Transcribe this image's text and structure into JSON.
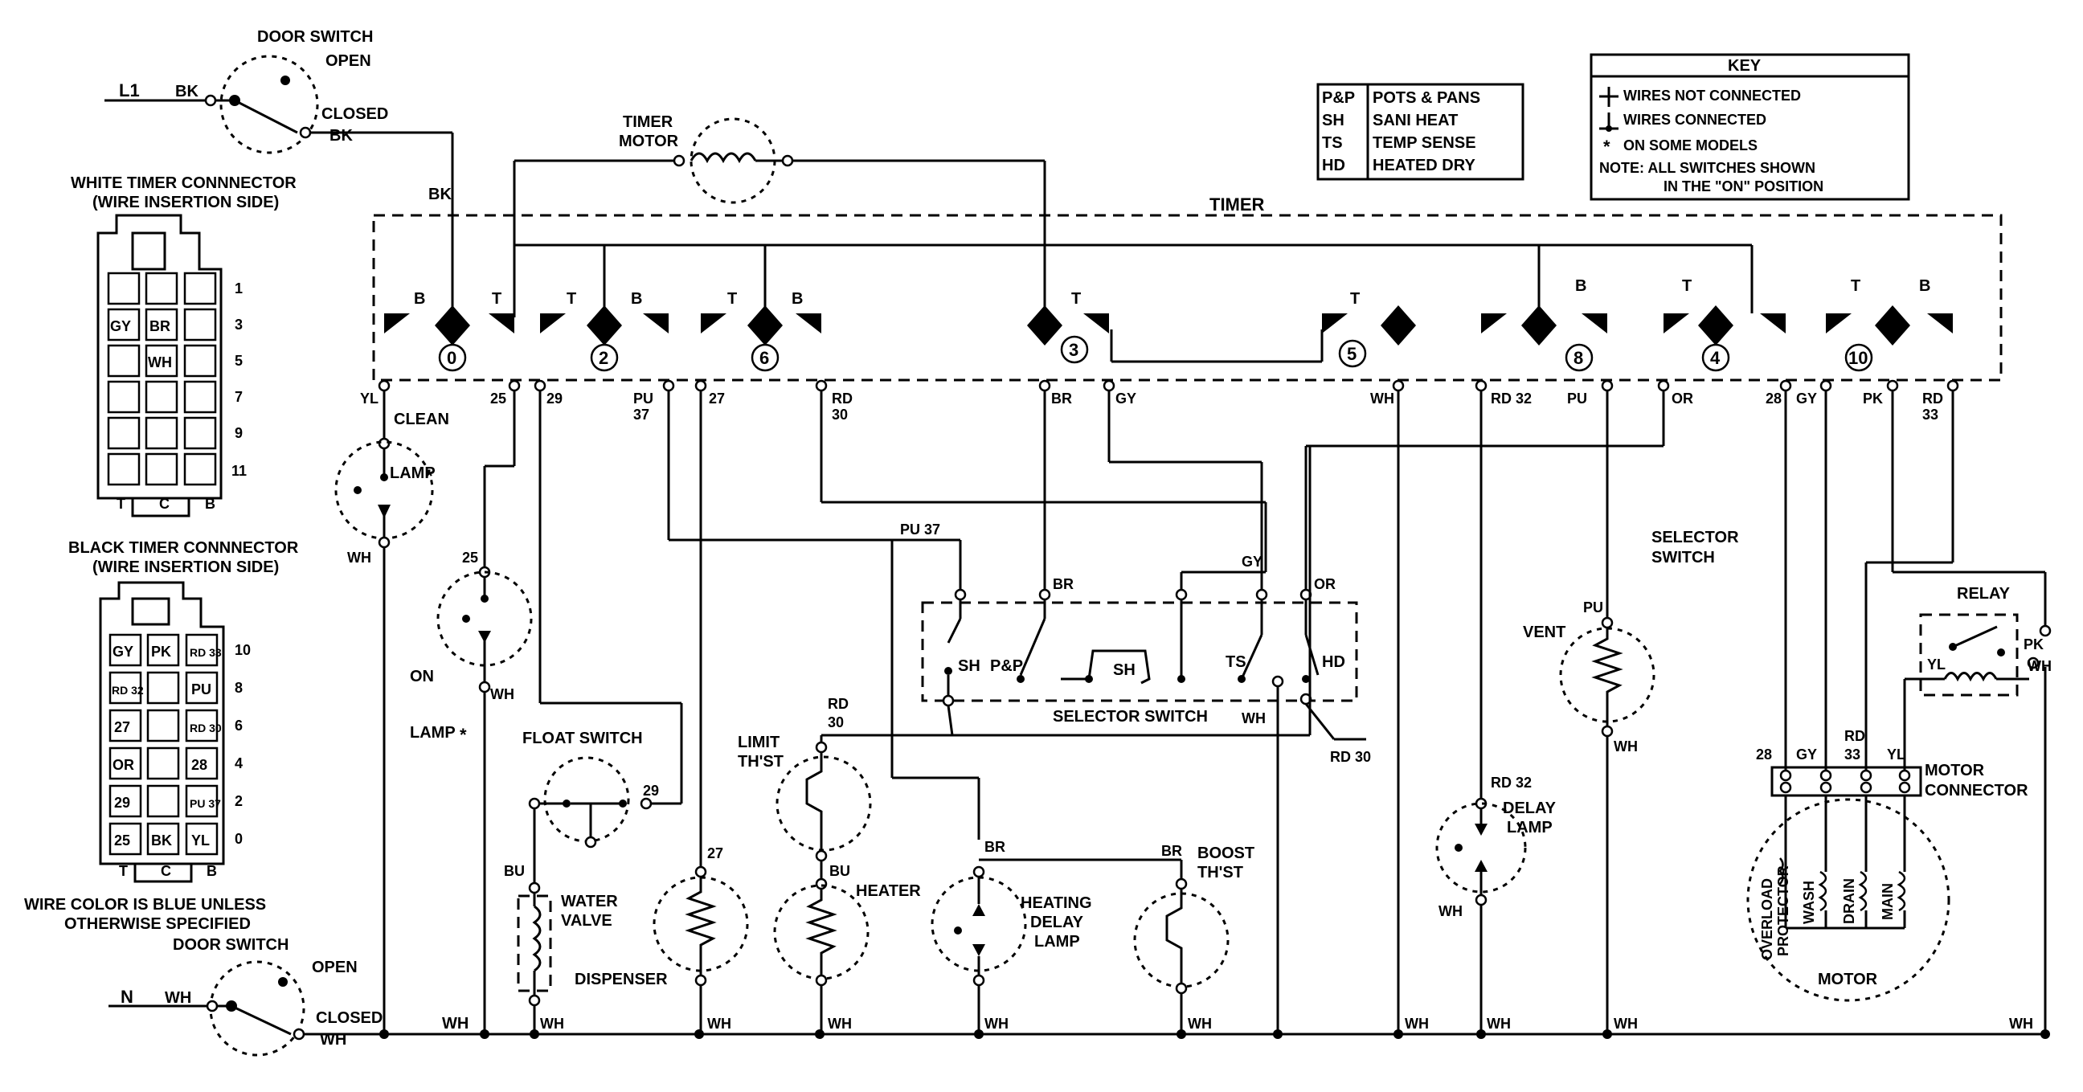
{
  "header": {
    "door_switch_top": "DOOR SWITCH",
    "open_top": "OPEN",
    "closed_top": "CLOSED",
    "l1": "L1",
    "bk": "BK",
    "bk2": "BK",
    "bk3": "BK",
    "timer_motor_1": "TIMER",
    "timer_motor_2": "MOTOR",
    "timer": "TIMER"
  },
  "abbrev_table": {
    "rows": [
      {
        "abbr": "P&P",
        "meaning": "POTS & PANS"
      },
      {
        "abbr": "SH",
        "meaning": "SANI HEAT"
      },
      {
        "abbr": "TS",
        "meaning": "TEMP SENSE"
      },
      {
        "abbr": "HD",
        "meaning": "HEATED DRY"
      }
    ]
  },
  "key": {
    "title": "KEY",
    "not_connected": "WIRES NOT CONNECTED",
    "connected": "WIRES CONNECTED",
    "some_models": "ON SOME MODELS",
    "note1": "NOTE: ALL SWITCHES SHOWN",
    "note2": "IN THE \"ON\" POSITION"
  },
  "white_connector": {
    "title1": "WHITE TIMER CONNNECTOR",
    "title2": "(WIRE INSERTION SIDE)",
    "cells": [
      "GY",
      "BR",
      "WH"
    ],
    "row_numbers": [
      "1",
      "3",
      "5",
      "7",
      "9",
      "11"
    ],
    "bottom": [
      "T",
      "C",
      "B"
    ]
  },
  "black_connector": {
    "title1": "BLACK TIMER CONNNECTOR",
    "title2": "(WIRE INSERTION SIDE)",
    "cells": [
      "GY",
      "PK",
      "RD 33",
      "RD 32",
      "PU",
      "27",
      "RD 30",
      "OR",
      "28",
      "29",
      "PU 37",
      "25",
      "BK",
      "YL"
    ],
    "row_numbers": [
      "10",
      "8",
      "6",
      "4",
      "2",
      "0"
    ],
    "bottom": [
      "T",
      "C",
      "B"
    ]
  },
  "notes": {
    "wire_color_1": "WIRE COLOR IS BLUE UNLESS",
    "wire_color_2": "OTHERWISE SPECIFIED"
  },
  "bottom_switch": {
    "door_switch": "DOOR SWITCH",
    "open": "OPEN",
    "closed": "CLOSED",
    "n": "N",
    "wh": "WH",
    "wh2": "WH"
  },
  "timer_contacts": {
    "numbers": [
      "0",
      "2",
      "6",
      "3",
      "5",
      "8",
      "4",
      "10"
    ],
    "letters": [
      "B",
      "T",
      "T",
      "B",
      "T",
      "B",
      "T",
      "T",
      "B",
      "T",
      "T",
      "B"
    ]
  },
  "timer_wires": [
    "YL",
    "25",
    "29",
    "PU",
    "37",
    "27",
    "RD",
    "30",
    "BR",
    "GY",
    "WH",
    "RD 32",
    "PU",
    "OR",
    "28",
    "GY",
    "PK",
    "RD",
    "33"
  ],
  "components": {
    "clean": "CLEAN",
    "lamp": "LAMP",
    "on": "ON",
    "float_switch": "FLOAT SWITCH",
    "water_valve_1": "WATER",
    "water_valve_2": "VALVE",
    "dispenser": "DISPENSER",
    "limit_1": "LIMIT",
    "limit_2": "TH'ST",
    "heater": "HEATER",
    "heating_delay_1": "HEATING",
    "heating_delay_2": "DELAY",
    "heating_delay_3": "LAMP",
    "boost_1": "BOOST",
    "boost_2": "TH'ST",
    "selector_switch": "SELECTOR SWITCH",
    "selector_switch_1": "SELECTOR",
    "selector_switch_2": "SWITCH",
    "sel_sh": "SH",
    "sel_pp": "P&P",
    "sel_sh2": "SH",
    "sel_ts": "TS",
    "sel_hd": "HD",
    "vent": "VENT",
    "delay_lamp_1": "DELAY",
    "delay_lamp_2": "LAMP",
    "relay": "RELAY",
    "motor_connector_1": "MOTOR",
    "motor_connector_2": "CONNECTOR",
    "motor": "MOTOR",
    "overload_1": "OVERLOAD",
    "overload_2": "PROTECTOR",
    "wash": "WASH",
    "drain": "DRAIN",
    "main": "MAIN"
  },
  "wire_labels": {
    "pu37": "PU 37",
    "br": "BR",
    "gy": "GY",
    "or": "OR",
    "wh": "WH",
    "bu": "BU",
    "br2": "BR",
    "rd30": "RD",
    "rd30b": "30",
    "rd30_sel": "RD 30",
    "pu_vent": "PU",
    "rd32": "RD 32",
    "n25": "25",
    "n29": "29",
    "n27": "27",
    "pk": "PK",
    "yl": "YL",
    "m28": "28",
    "mgy": "GY",
    "mrd": "RD",
    "m33": "33",
    "myl": "YL"
  }
}
